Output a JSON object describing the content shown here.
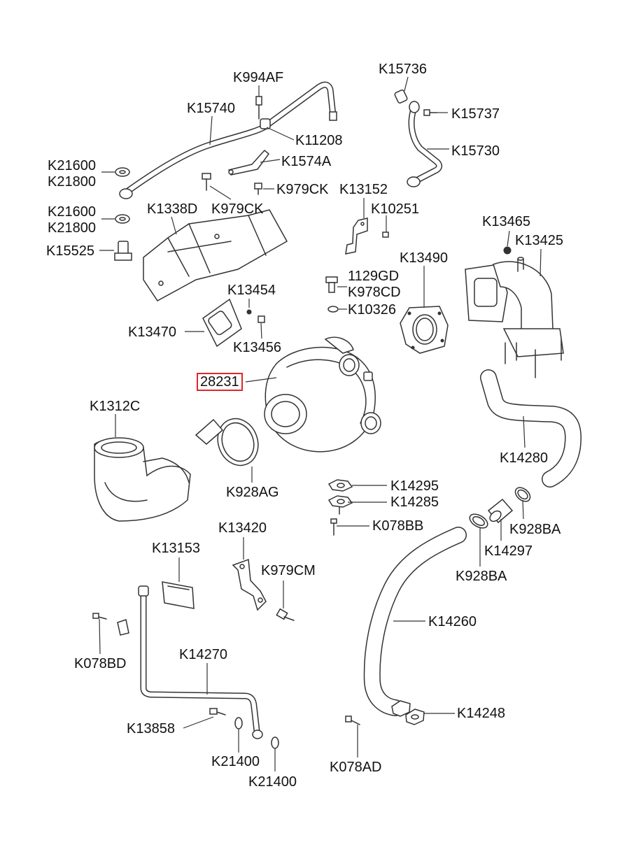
{
  "diagram": {
    "highlighted_part": "28231",
    "accent_color": "#e0262b",
    "labels": {
      "k994af": "K994AF",
      "k15740": "K15740",
      "k11208": "K11208",
      "k1574a": "K1574A",
      "k21600_a": "K21600",
      "k21800_a": "K21800",
      "k979ck_a": "K979CK",
      "k979ck_b": "K979CK",
      "k15736": "K15736",
      "k15737": "K15737",
      "k15730": "K15730",
      "k13152": "K13152",
      "k10251": "K10251",
      "k21600_b": "K21600",
      "k21800_b": "K21800",
      "k1338d": "K1338D",
      "k15525": "K15525",
      "k13465": "K13465",
      "k13425": "K13425",
      "k13490": "K13490",
      "n1129gd": "1129GD",
      "k978cd": "K978CD",
      "k10326": "K10326",
      "k13454": "K13454",
      "k13470": "K13470",
      "k13456": "K13456",
      "n28231": "28231",
      "k1312c": "K1312C",
      "k928ag": "K928AG",
      "k14280": "K14280",
      "k14295": "K14295",
      "k14285": "K14285",
      "k078bb": "K078BB",
      "k928ba_a": "K928BA",
      "k14297": "K14297",
      "k928ba_b": "K928BA",
      "k13420": "K13420",
      "k13153": "K13153",
      "k979cm": "K979CM",
      "k078bd": "K078BD",
      "k14260": "K14260",
      "k14270": "K14270",
      "k14248": "K14248",
      "k13858": "K13858",
      "k21400_a": "K21400",
      "k21400_b": "K21400",
      "k078ad": "K078AD"
    }
  }
}
